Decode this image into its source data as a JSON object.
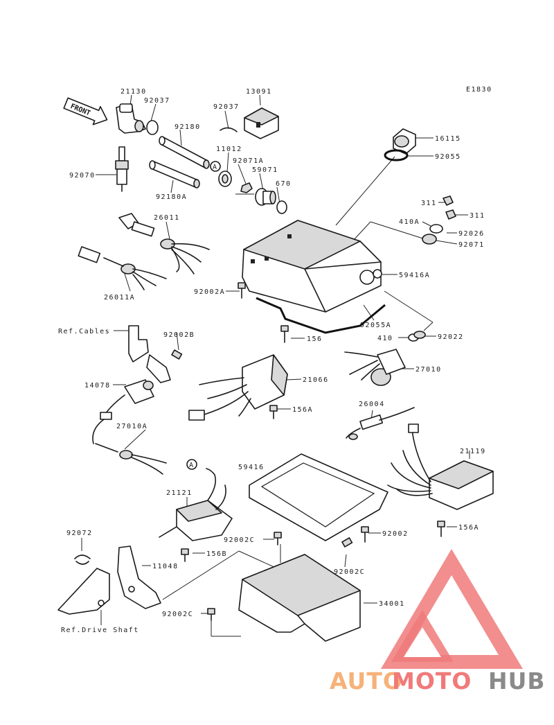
{
  "diagram_id": "E1830",
  "front_arrow": "FRONT",
  "labels": {
    "p21130": "21130",
    "p92037a": "92037",
    "p92070": "92070",
    "p92180": "92180",
    "p92180A": "92180A",
    "p92037b": "92037",
    "p13091": "13091",
    "p11012": "11012",
    "p92071A": "92071A",
    "p59071": "59071",
    "p670": "670",
    "p16115": "16115",
    "p92055": "92055",
    "p311a": "311",
    "p311b": "311",
    "p410A": "410A",
    "p92026": "92026",
    "p92071": "92071",
    "p26011": "26011",
    "p26011A": "26011A",
    "p59416A": "59416A",
    "p92002A": "92002A",
    "p92055A": "92055A",
    "p156": "156",
    "p410": "410",
    "p92022": "92022",
    "refCables": "Ref.Cables",
    "p92002B": "92002B",
    "p27010": "27010",
    "p21066": "21066",
    "p14078": "14078",
    "p156A1": "156A",
    "p27010A": "27010A",
    "p26004": "26004",
    "p59416": "59416",
    "p21119": "21119",
    "p21121": "21121",
    "p92072": "92072",
    "p92002C1": "92002C",
    "p92002": "92002",
    "p156A2": "156A",
    "p156B": "156B",
    "p11048": "11048",
    "p92002C2": "92002C",
    "p34001": "34001",
    "p92002C3": "92002C",
    "refDriveShaft": "Ref.Drive Shaft",
    "markerA1": "A",
    "markerA2": "A"
  },
  "watermark": {
    "part1": "AUTO",
    "part2": "MOTO",
    "part3": "HUB",
    "color1": "#f5b27a",
    "color2": "#f07a7a",
    "color3": "#8a8a8a"
  }
}
